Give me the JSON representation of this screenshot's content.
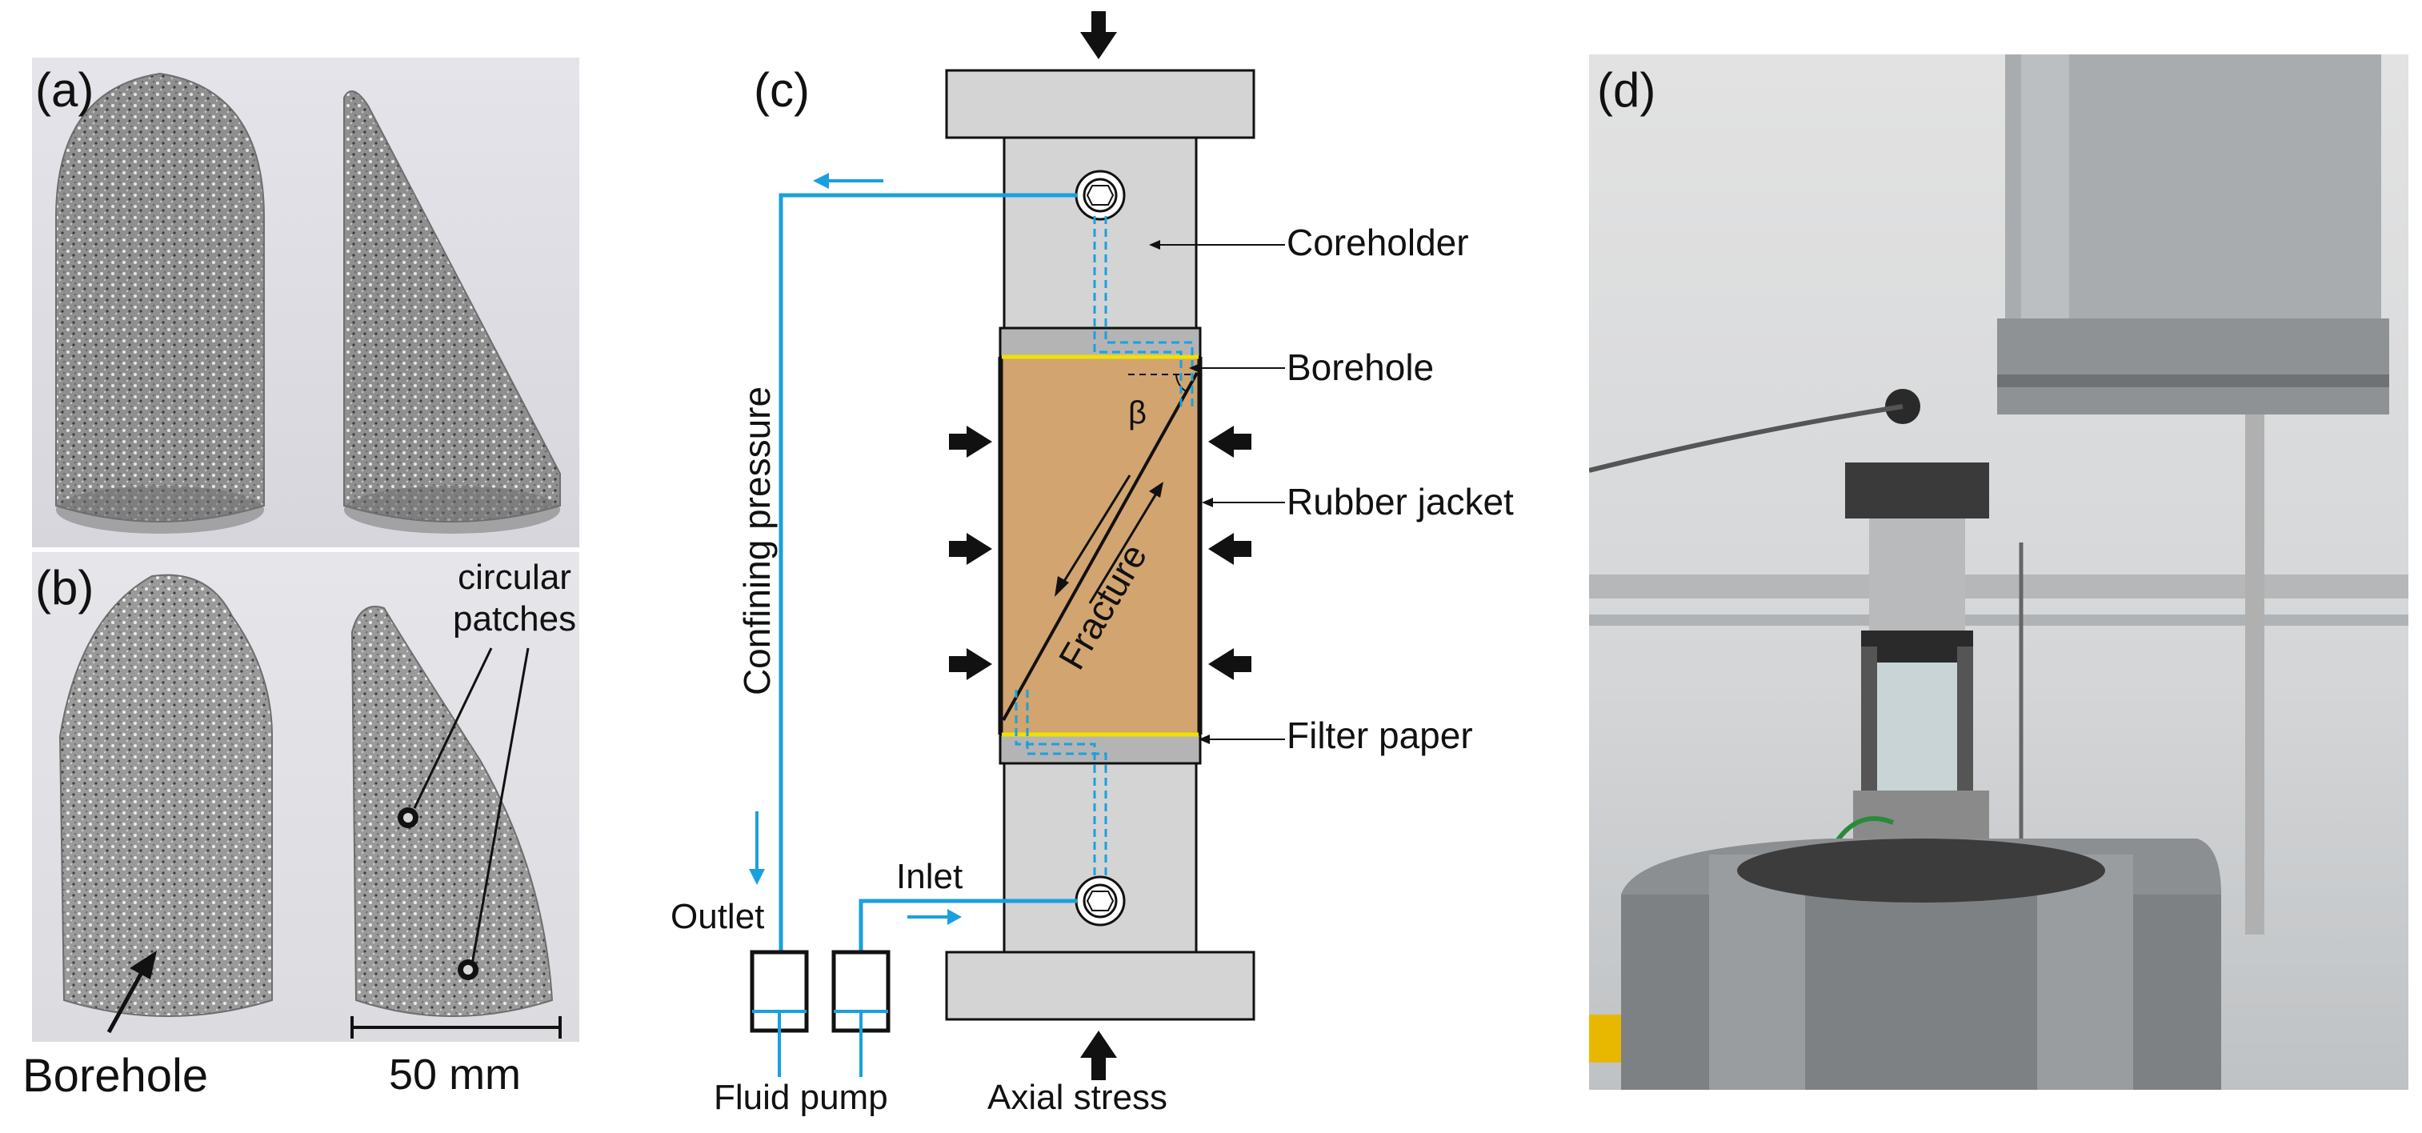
{
  "panels": {
    "a": {
      "letter": "(a)"
    },
    "b": {
      "letter": "(b)",
      "annot_patches": "circular\npatches",
      "patches_line1": "circular",
      "patches_line2": "patches",
      "annot_borehole": "Borehole",
      "scalebar_label": "50 mm"
    },
    "c": {
      "letter": "(c)",
      "coreholder": "Coreholder",
      "borehole": "Borehole",
      "rubber_jacket": "Rubber jacket",
      "filter_paper": "Filter paper",
      "confining_pressure": "Confining pressure",
      "fracture": "Fracture",
      "beta": "β",
      "outlet": "Outlet",
      "inlet": "Inlet",
      "fluid_pump": "Fluid pump",
      "axial_stress": "Axial stress"
    },
    "d": {
      "letter": "(d)"
    }
  },
  "colors": {
    "fluid_line": "#1aa0e0",
    "sample": "#d2a46f",
    "coreholder": "#d4d4d4",
    "filter_paper": "#f0e000",
    "granite": "#8c8c8c",
    "photo_bg": "#d8d8dc"
  }
}
